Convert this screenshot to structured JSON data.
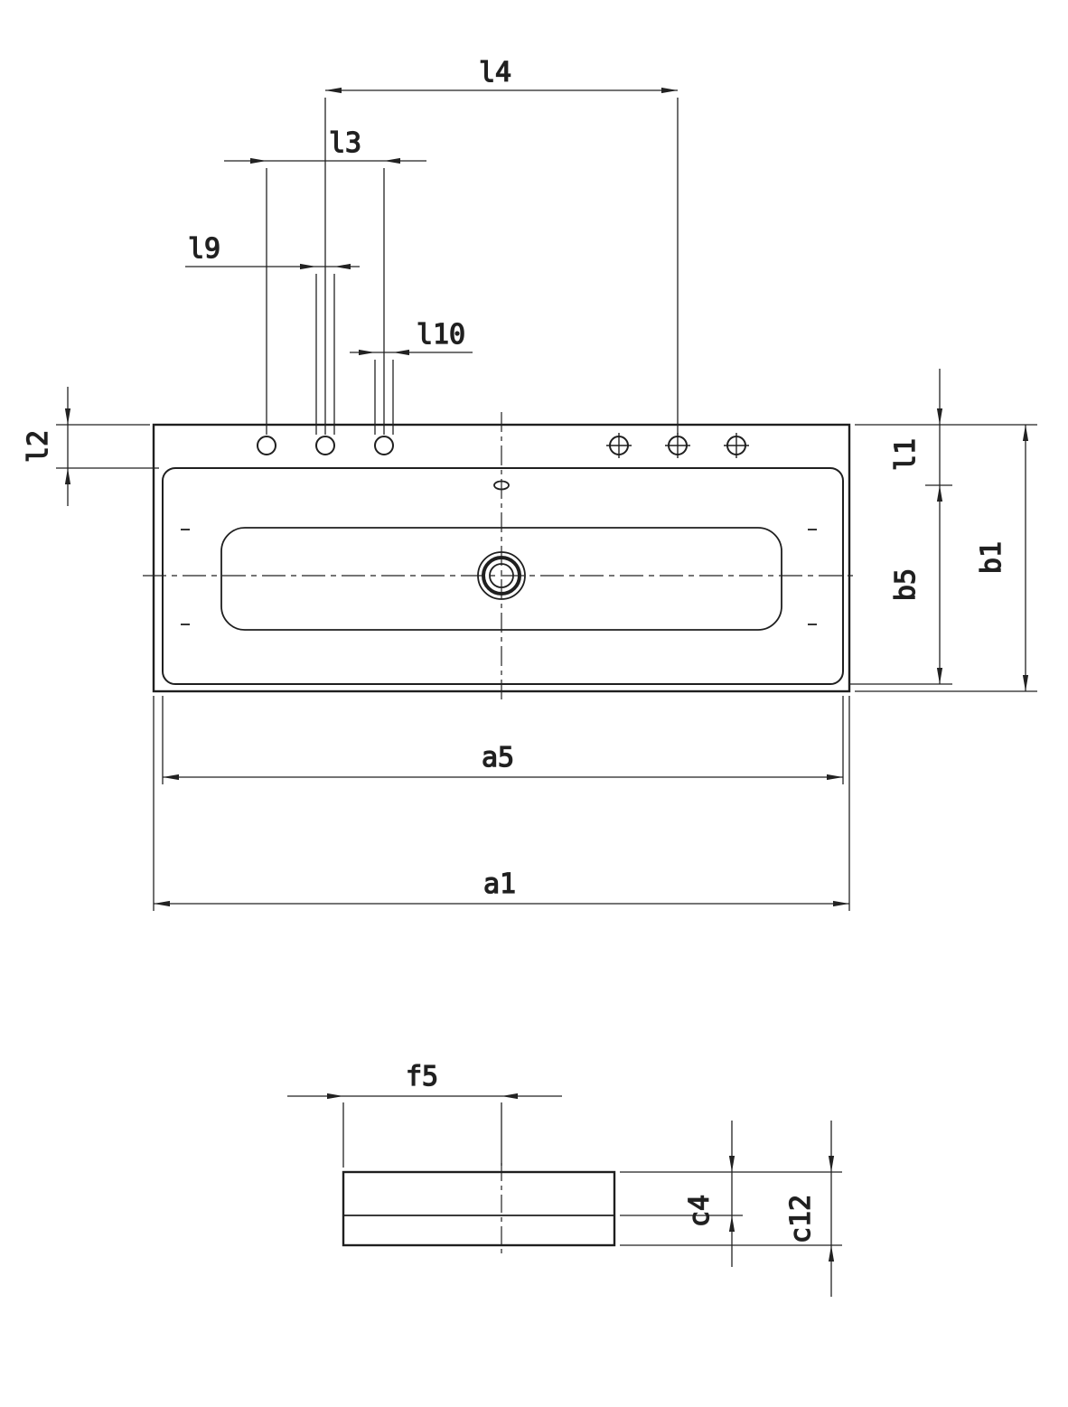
{
  "drawing": {
    "type": "technical-drawing",
    "subject": "washbasin dimensional drawing, top view and side view",
    "line_color": "#1f1f1f",
    "background": "#ffffff",
    "views": {
      "top_view": {
        "name": "top view"
      },
      "side_view": {
        "name": "side view"
      }
    },
    "features": {
      "tap_holes_open_count": 3,
      "tap_holes_crossed_count": 3,
      "drain": "drain-outlet",
      "overflow": "overflow-slot"
    },
    "dimensions": {
      "l4": {
        "label": "l4"
      },
      "l3": {
        "label": "l3"
      },
      "l9": {
        "label": "l9"
      },
      "l10": {
        "label": "l10"
      },
      "l2": {
        "label": "l2"
      },
      "l1": {
        "label": "l1"
      },
      "b5": {
        "label": "b5"
      },
      "b1": {
        "label": "b1"
      },
      "a5": {
        "label": "a5"
      },
      "a1": {
        "label": "a1"
      },
      "f5": {
        "label": "f5"
      },
      "c4": {
        "label": "c4"
      },
      "c12": {
        "label": "c12"
      }
    }
  }
}
